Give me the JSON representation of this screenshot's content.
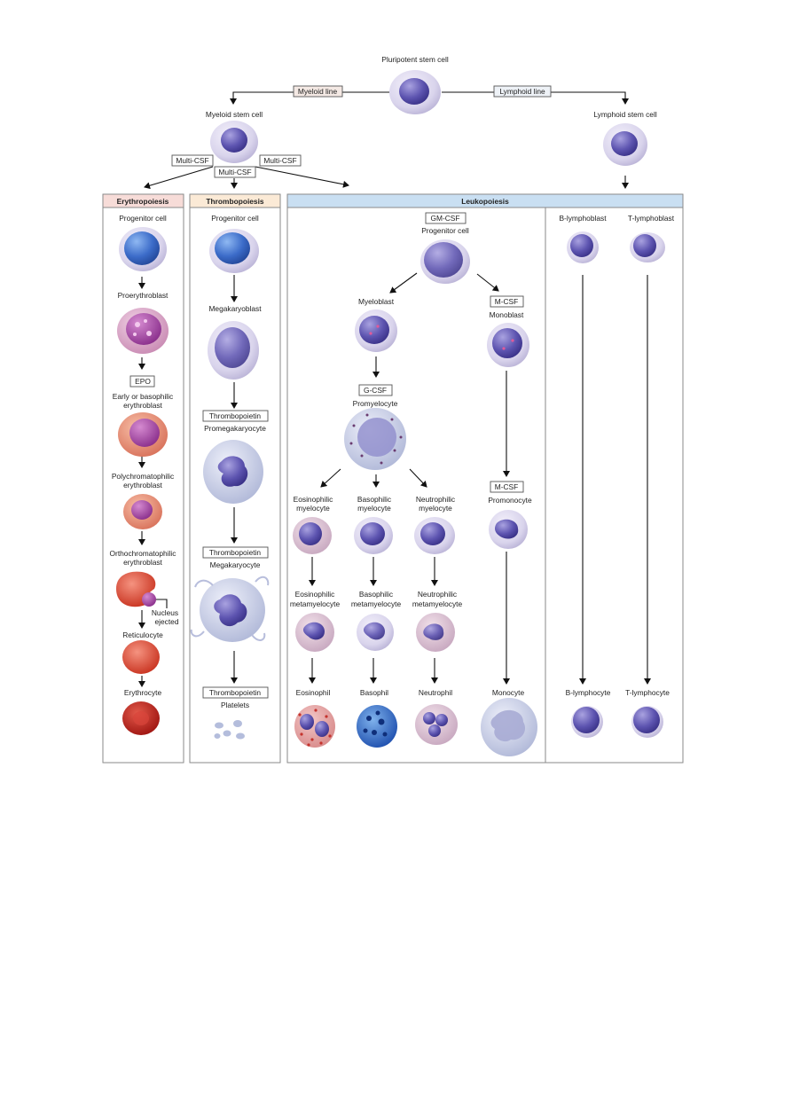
{
  "top": {
    "pluripotent": "Pluripotent stem cell",
    "myeloid_line": "Myeloid line",
    "lymphoid_line": "Lymphoid line",
    "myeloid_stem": "Myeloid stem cell",
    "lymphoid_stem": "Lymphoid stem cell",
    "multi_csf_left": "Multi-CSF",
    "multi_csf_mid": "Multi-CSF",
    "multi_csf_right": "Multi-CSF"
  },
  "erythropoiesis": {
    "header": "Erythropoiesis",
    "progenitor": "Progenitor cell",
    "proerythroblast": "Proerythroblast",
    "epo": "EPO",
    "early_l1": "Early or basophilic",
    "early_l2": "erythroblast",
    "poly_l1": "Polychromatophilic",
    "poly_l2": "erythroblast",
    "ortho_l1": "Orthochromatophilic",
    "ortho_l2": "erythroblast",
    "nucleus_l1": "Nucleus",
    "nucleus_l2": "ejected",
    "reticulocyte": "Reticulocyte",
    "erythrocyte": "Erythrocyte"
  },
  "thrombopoiesis": {
    "header": "Thrombopoiesis",
    "progenitor": "Progenitor cell",
    "megakaryoblast": "Megakaryoblast",
    "tpo1": "Thrombopoietin",
    "promegakaryocyte": "Promegakaryocyte",
    "tpo2": "Thrombopoietin",
    "megakaryocyte": "Megakaryocyte",
    "tpo3": "Thrombopoietin",
    "platelets": "Platelets"
  },
  "leukopoiesis": {
    "header": "Leukopoiesis",
    "gm_csf": "GM-CSF",
    "progenitor": "Progenitor cell",
    "myeloblast": "Myeloblast",
    "m_csf1": "M-CSF",
    "monoblast": "Monoblast",
    "g_csf": "G-CSF",
    "promyelocyte": "Promyelocyte",
    "eos_myelo_l1": "Eosinophilic",
    "eos_myelo_l2": "myelocyte",
    "baso_myelo_l1": "Basophilic",
    "baso_myelo_l2": "myelocyte",
    "neut_myelo_l1": "Neutrophilic",
    "neut_myelo_l2": "myelocyte",
    "m_csf2": "M-CSF",
    "promonocyte": "Promonocyte",
    "eos_meta_l1": "Eosinophilic",
    "eos_meta_l2": "metamyelocyte",
    "baso_meta_l1": "Basophilic",
    "baso_meta_l2": "metamyelocyte",
    "neut_meta_l1": "Neutrophilic",
    "neut_meta_l2": "metamyelocyte",
    "eosinophil": "Eosinophil",
    "basophil": "Basophil",
    "neutrophil": "Neutrophil",
    "monocyte": "Monocyte",
    "b_lymphoblast": "B-lymphoblast",
    "t_lymphoblast": "T-lymphoblast",
    "b_lymphocyte": "B-lymphocyte",
    "t_lymphocyte": "T-lymphocyte"
  },
  "colors": {
    "ery_header": "#f7dcd8",
    "thr_header": "#fbead6",
    "leu_header": "#c9dff2",
    "panel_border": "#8a8a8a"
  }
}
